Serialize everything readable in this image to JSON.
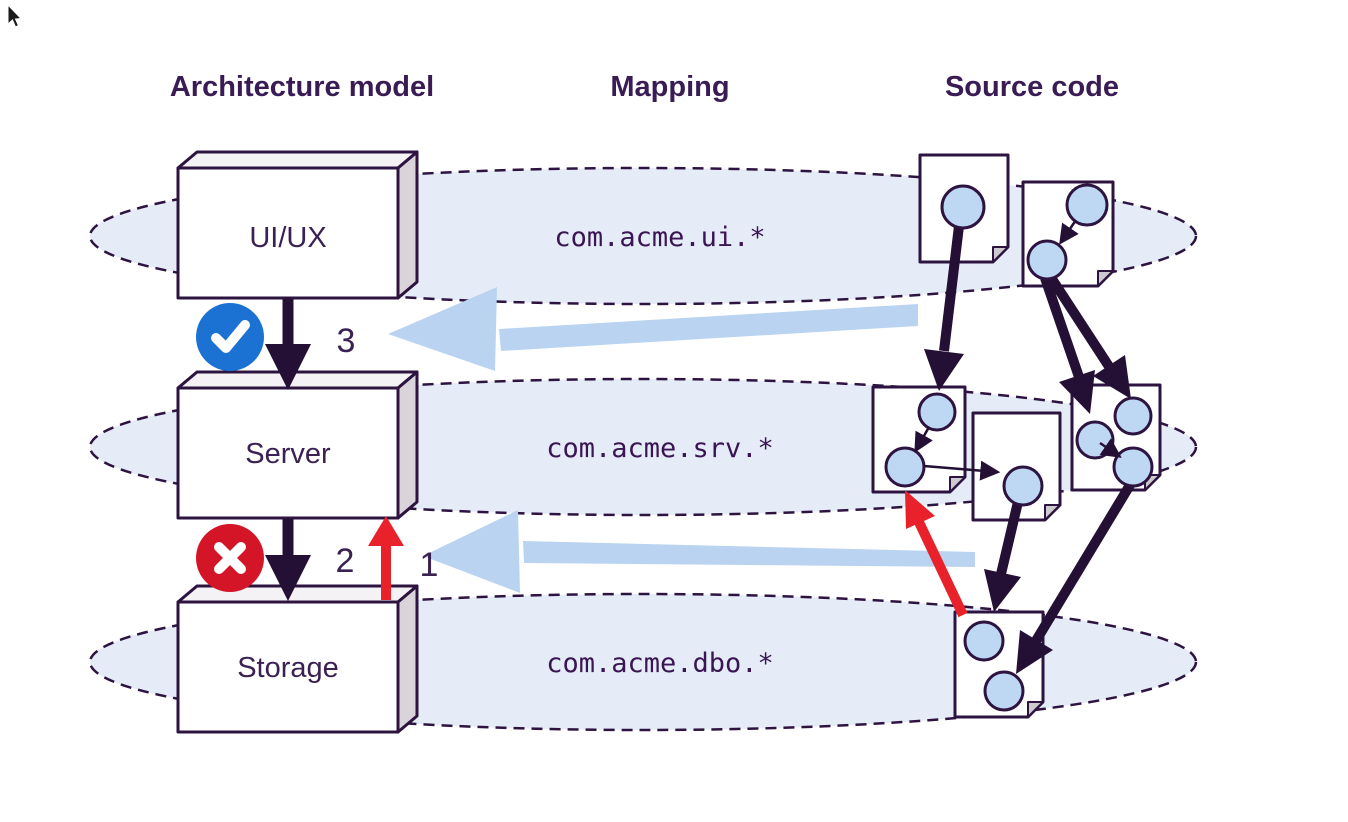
{
  "columns": [
    {
      "title": "Architecture model"
    },
    {
      "title": "Mapping"
    },
    {
      "title": "Source code"
    }
  ],
  "layers": [
    {
      "component": "UI/UX",
      "package": "com.acme.ui.*"
    },
    {
      "component": "Server",
      "package": "com.acme.srv.*"
    },
    {
      "component": "Storage",
      "package": "com.acme.dbo.*"
    }
  ],
  "relations": [
    {
      "number": "3",
      "from": "UI/UX",
      "to": "Server",
      "badge": "check-icon",
      "arrow_color": "dark"
    },
    {
      "number": "2",
      "from": "Server",
      "to": "Storage",
      "badge": "cross-icon",
      "arrow_color": "dark"
    },
    {
      "number": "1",
      "from": "Storage",
      "to": "Server",
      "badge": "",
      "arrow_color": "red"
    }
  ],
  "colors": {
    "ink": "#2d1440",
    "heading_text": "#3a1c55",
    "dark_arrow": "#241034",
    "ellipse_fill": "#e5ecf7",
    "node_fill": "#bed8f3",
    "big_arrow_blue": "#b9d3f0",
    "badge_check_blue": "#1b72d2",
    "badge_cross_red": "#d41527",
    "red_arrow": "#e8212b"
  }
}
